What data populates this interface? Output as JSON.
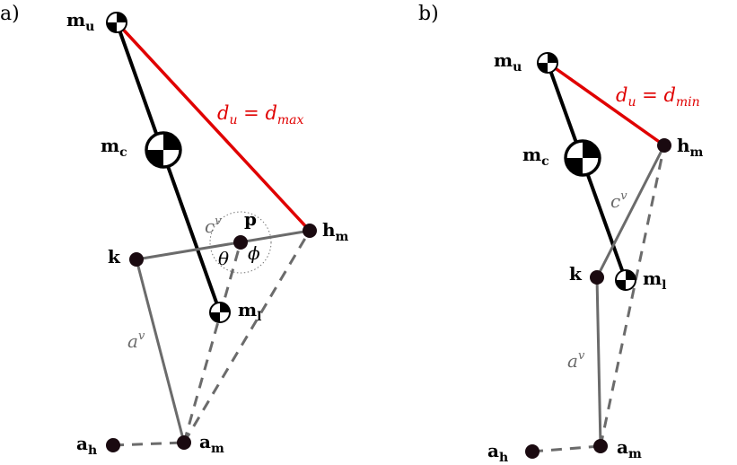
{
  "panels": [
    {
      "id": "a",
      "label": "a)",
      "labels": {
        "mu": "mu",
        "mc": "mc",
        "ml": "ml",
        "hm": "hm",
        "k": "k",
        "am": "am",
        "ah": "ah",
        "p": "p"
      },
      "du": {
        "lhs": "d",
        "lhs_sub": "u",
        "eq": " = ",
        "rhs": "d",
        "rhs_sub": "max"
      },
      "cv": {
        "base": "c",
        "sup": "v"
      },
      "av": {
        "base": "a",
        "sup": "v"
      },
      "theta": "θ",
      "phi": "ϕ"
    },
    {
      "id": "b",
      "label": "b)",
      "labels": {
        "mu": "mu",
        "mc": "mc",
        "ml": "ml",
        "hm": "hm",
        "k": "k",
        "am": "am",
        "ah": "ah"
      },
      "du": {
        "lhs": "d",
        "lhs_sub": "u",
        "eq": " = ",
        "rhs": "d",
        "rhs_sub": "min"
      },
      "cv": {
        "base": "c",
        "sup": "v"
      },
      "av": {
        "base": "a",
        "sup": "v"
      }
    }
  ],
  "colors": {
    "segment": "#000000",
    "red": "#e00000",
    "gray": "#6b6b6b",
    "dot": "#1a0a10"
  }
}
